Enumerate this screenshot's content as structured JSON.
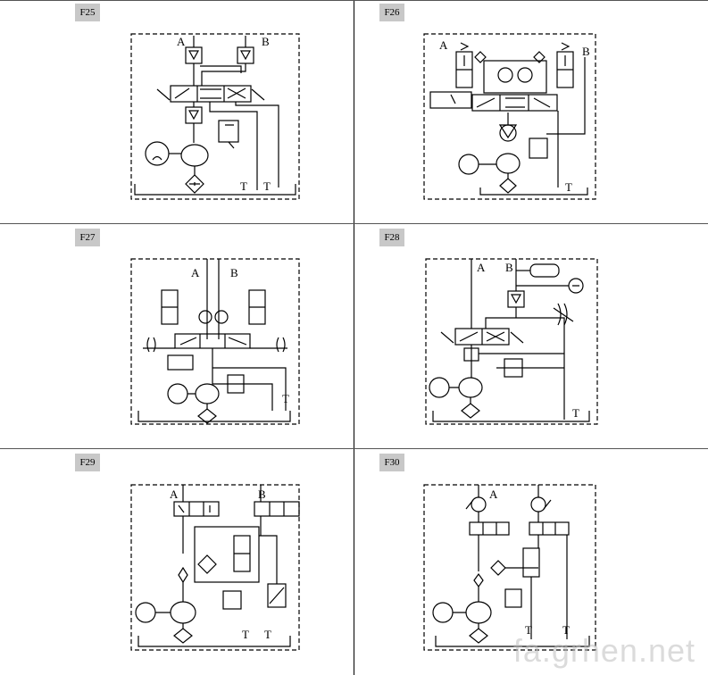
{
  "panels": [
    {
      "id": "F25",
      "labels": {
        "a": "A",
        "b": "B",
        "t1": "T",
        "t2": "T"
      }
    },
    {
      "id": "F26",
      "labels": {
        "a": "A",
        "b": "B",
        "t1": "T"
      }
    },
    {
      "id": "F27",
      "labels": {
        "a": "A",
        "b": "B",
        "t1": "T"
      }
    },
    {
      "id": "F28",
      "labels": {
        "a": "A",
        "b": "B",
        "t1": "T"
      }
    },
    {
      "id": "F29",
      "labels": {
        "a": "A",
        "b": "B",
        "t1": "T",
        "t2": "T"
      }
    },
    {
      "id": "F30",
      "labels": {
        "a": "A",
        "t1": "T",
        "t2": "T"
      }
    }
  ],
  "watermark": "fa.grhen.net"
}
